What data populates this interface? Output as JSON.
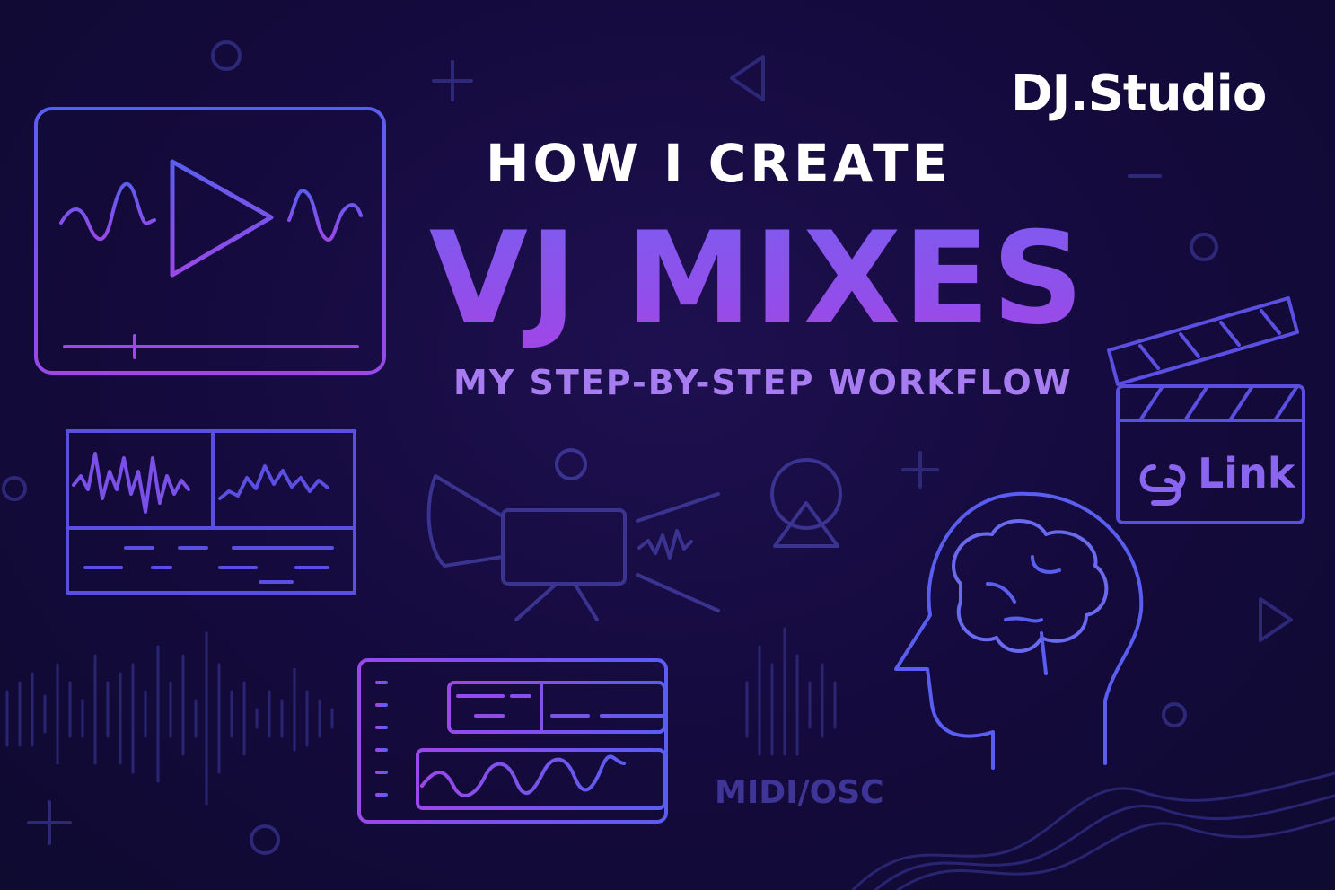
{
  "brand": {
    "logo": "DJ.Studio"
  },
  "headline": {
    "line1": "HOW I CREATE",
    "line2": "VJ MIXES",
    "subtitle": "MY STEP-BY-STEP WORKFLOW"
  },
  "labels": {
    "link": "Link",
    "midi": "MIDI/OSC"
  },
  "icons": [
    "video-player-icon",
    "waveform-editor-icon",
    "camera-projector-icon",
    "timeline-icon",
    "brain-head-icon",
    "clapperboard-icon",
    "link-icon",
    "sound-wave-icon"
  ],
  "colors": {
    "background": "#140a3c",
    "accent_blue": "#5a5ef0",
    "accent_purple": "#a046e6",
    "text": "#ffffff"
  }
}
